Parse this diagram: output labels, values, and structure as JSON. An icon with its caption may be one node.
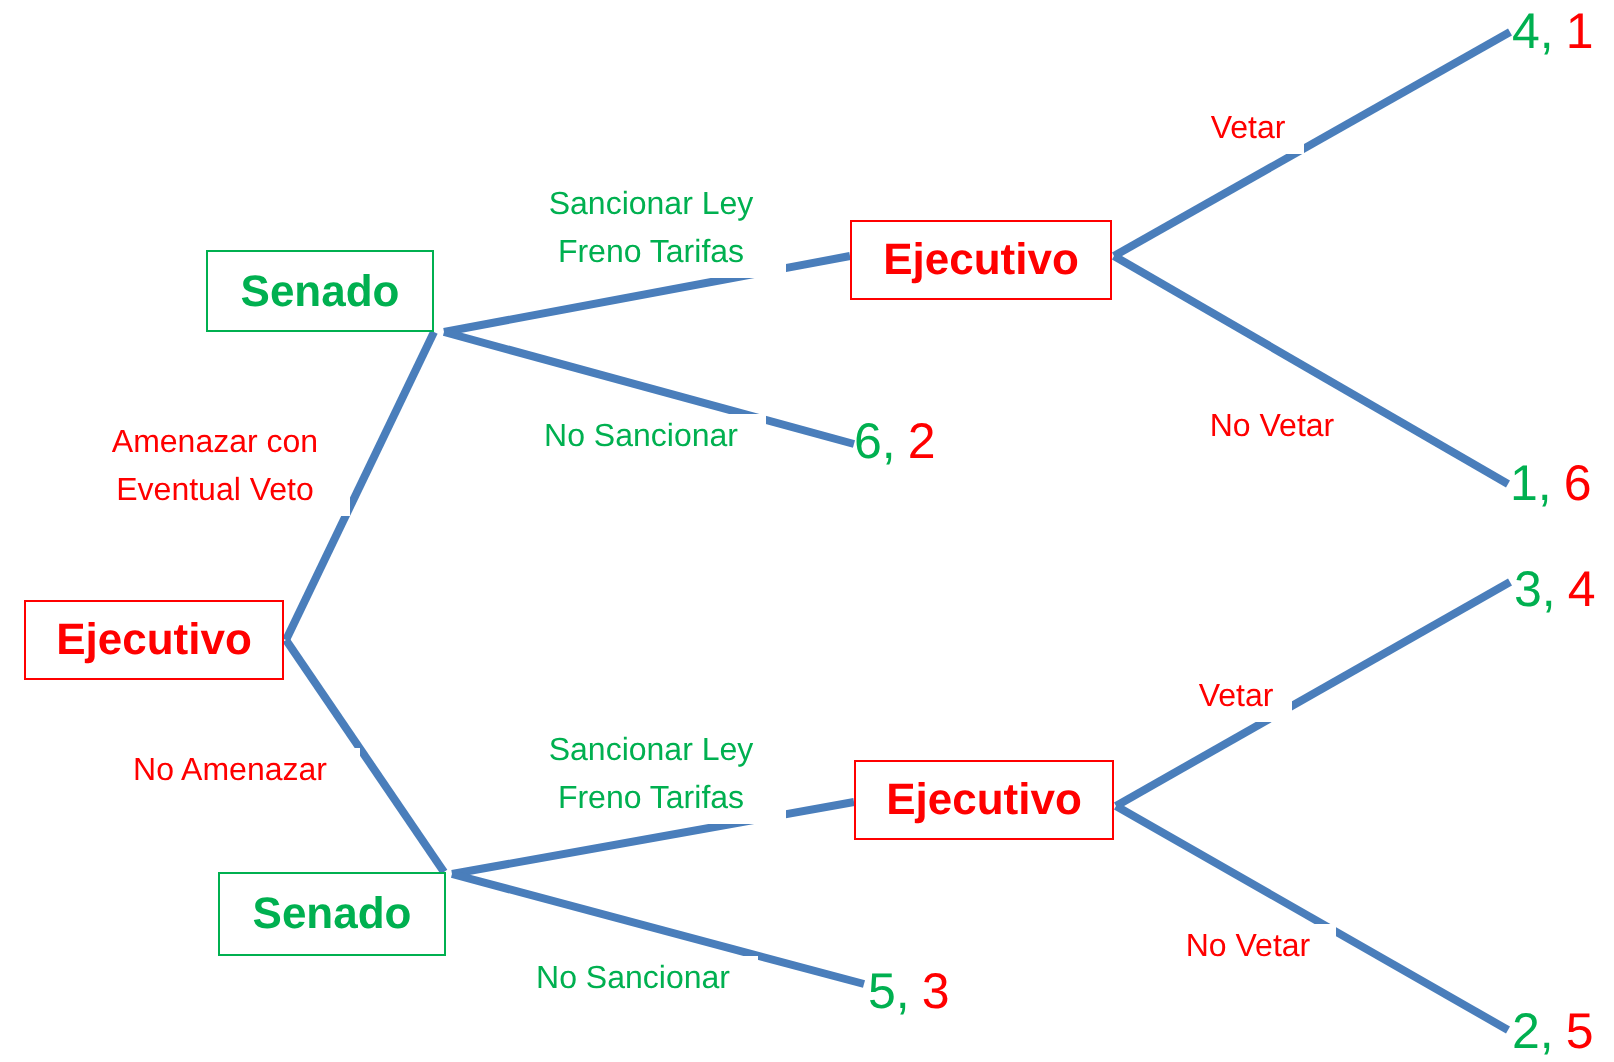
{
  "diagram": {
    "nodes": [
      {
        "text": [
          "Ejecutivo"
        ]
      },
      {
        "text": [
          "Senado"
        ]
      },
      {
        "text": [
          "Ejecutivo"
        ]
      },
      {
        "text": [
          "6,",
          "2"
        ]
      },
      {
        "text": [
          "4,",
          "1"
        ]
      },
      {
        "text": [
          "1,",
          "6"
        ]
      },
      {
        "text": [
          "Senado"
        ]
      },
      {
        "text": [
          "Ejecutivo"
        ]
      },
      {
        "text": [
          "5,",
          "3"
        ]
      },
      {
        "text": [
          "3,",
          "4"
        ]
      },
      {
        "text": [
          "2,",
          "5"
        ]
      }
    ],
    "edges": [
      {
        "from": 0,
        "to": 1,
        "arrow": "none",
        "label": "Amenazar con Eventual Veto"
      },
      {
        "from": 0,
        "to": 6,
        "arrow": "none",
        "label": "No Amenazar"
      },
      {
        "from": 1,
        "to": 2,
        "arrow": "none",
        "label": "Sancionar Ley Freno Tarifas"
      },
      {
        "from": 1,
        "to": 3,
        "arrow": "none",
        "label": "No Sancionar"
      },
      {
        "from": 2,
        "to": 4,
        "arrow": "none",
        "label": "Vetar"
      },
      {
        "from": 2,
        "to": 5,
        "arrow": "none",
        "label": "No Vetar"
      },
      {
        "from": 6,
        "to": 7,
        "arrow": "none",
        "label": "Sancionar Ley Freno Tarifas"
      },
      {
        "from": 6,
        "to": 8,
        "arrow": "none",
        "label": "No Sancionar"
      },
      {
        "from": 7,
        "to": 9,
        "arrow": "none",
        "label": "Vetar"
      },
      {
        "from": 7,
        "to": 10,
        "arrow": "none",
        "label": "No Vetar"
      }
    ]
  }
}
